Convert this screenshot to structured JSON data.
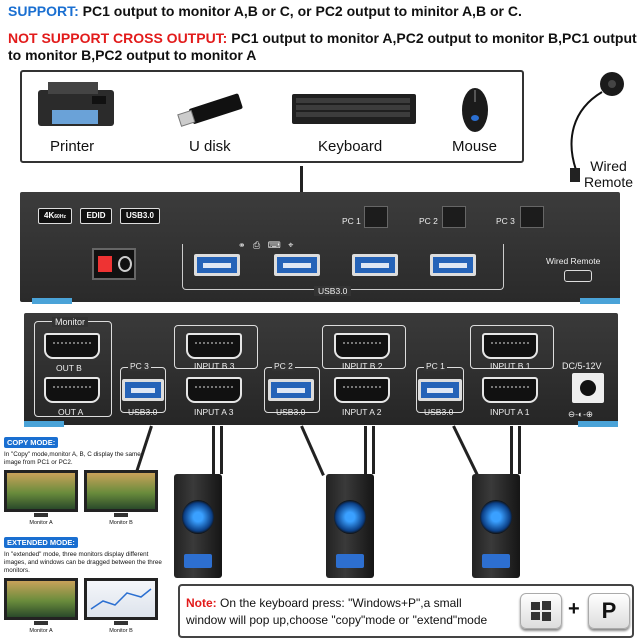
{
  "header": {
    "support_label": "SUPPORT:",
    "support_text": " PC1 output to monitor A,B or C, or PC2 output to minitor A,B or C.",
    "not_support_label": "NOT SUPPORT CROSS OUTPUT:",
    "not_support_text": " PC1 output to monitor A,PC2 output to monitor B,PC1 output to monitor B,PC2 output to monitor A"
  },
  "devices": {
    "printer": "Printer",
    "udisk": "U disk",
    "keyboard": "Keyboard",
    "mouse": "Mouse",
    "remote": "Wired\nRemote"
  },
  "front_panel": {
    "badge_4k": "4K",
    "badge_60hz": "60Hz",
    "badge_edid": "EDID",
    "badge_usb": "USB3.0",
    "pc1": "PC 1",
    "pc2": "PC 2",
    "pc3": "PC 3",
    "usb_label": "USB3.0",
    "remote_label": "Wired Remote"
  },
  "rear_panel": {
    "monitor": "Monitor",
    "out_b": "OUT B",
    "out_a": "OUT A",
    "pc3": "PC 3",
    "pc2": "PC 2",
    "pc1": "PC 1",
    "input_b3": "INPUT B 3",
    "input_a3": "INPUT A 3",
    "input_b2": "INPUT B 2",
    "input_a2": "INPUT A 2",
    "input_b1": "INPUT B 1",
    "input_a1": "INPUT A 1",
    "usb3_a": "USB3.0",
    "usb3_b": "USB3.0",
    "usb3_c": "USB3.0",
    "dc": "DC/5-12V"
  },
  "side": {
    "copy_head": "COPY MODE:",
    "copy_text": "In \"Copy\" mode,monitor A, B, C display the same image from PC1 or PC2.",
    "mon_a": "Monitor A",
    "mon_b": "Monitor B",
    "ext_head": "EXTENDED MODE:",
    "ext_text": "In \"extended\" mode, three monitors display different images, and windows can be dragged between the three monitors.",
    "mon_a2": "Monitor A",
    "mon_b2": "Monitor B"
  },
  "note": {
    "label": "Note:",
    "line1": " On the keyboard press: \"Windows+P\",a small",
    "line2": "window will pop up,choose \"copy\"mode or \"extend\"mode",
    "plus": "+",
    "key_p": "P"
  },
  "colors": {
    "accent_blue": "#1a6fd1",
    "accent_red": "#e21b1b",
    "usb_blue": "#2563b8"
  }
}
